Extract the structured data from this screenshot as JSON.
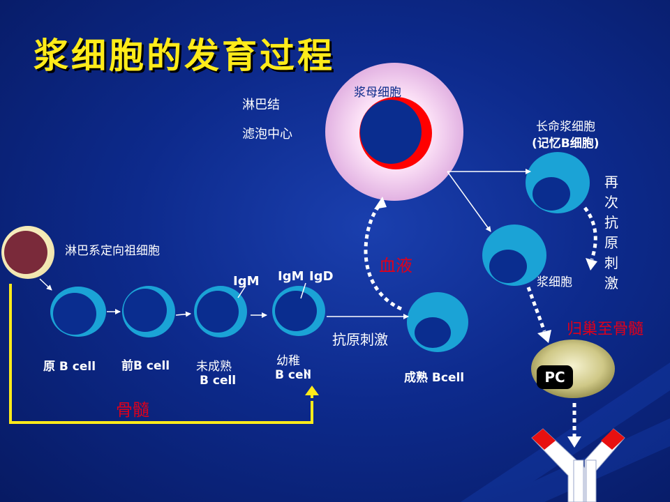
{
  "title": "浆细胞的发育过程",
  "labels": {
    "lymph_node": "淋巴结",
    "germinal_center": "滤泡中心",
    "plasmablast": "浆母细胞",
    "long_lived_line1": "长命浆细胞",
    "long_lived_line2": "(记忆B细胞)",
    "restimulation": "再次抗原刺激",
    "progenitor": "淋巴系定向祖细胞",
    "blood": "血液",
    "plasma_cell": "浆细胞",
    "homing": "归巢至骨髓",
    "igm1": "IgM",
    "igm2": "IgM",
    "igd": "IgD",
    "antigen": "抗原刺激",
    "pro_b": "原 B cell",
    "pre_b": "前B cell",
    "immature_line1": "未成熟",
    "immature_line2": "B cell",
    "juvenile_line1": "幼稚",
    "juvenile_line2": "B cell",
    "mature_b": "成熟 Bcell",
    "bone_marrow": "骨髓",
    "pc": "PC"
  },
  "colors": {
    "background": "#0d2a8c",
    "title": "#ffeb1a",
    "cell": "#1ba3d6",
    "nucleus": "#0a2d8f",
    "bracket": "#ffeb1a",
    "red_text": "#e0001a"
  }
}
